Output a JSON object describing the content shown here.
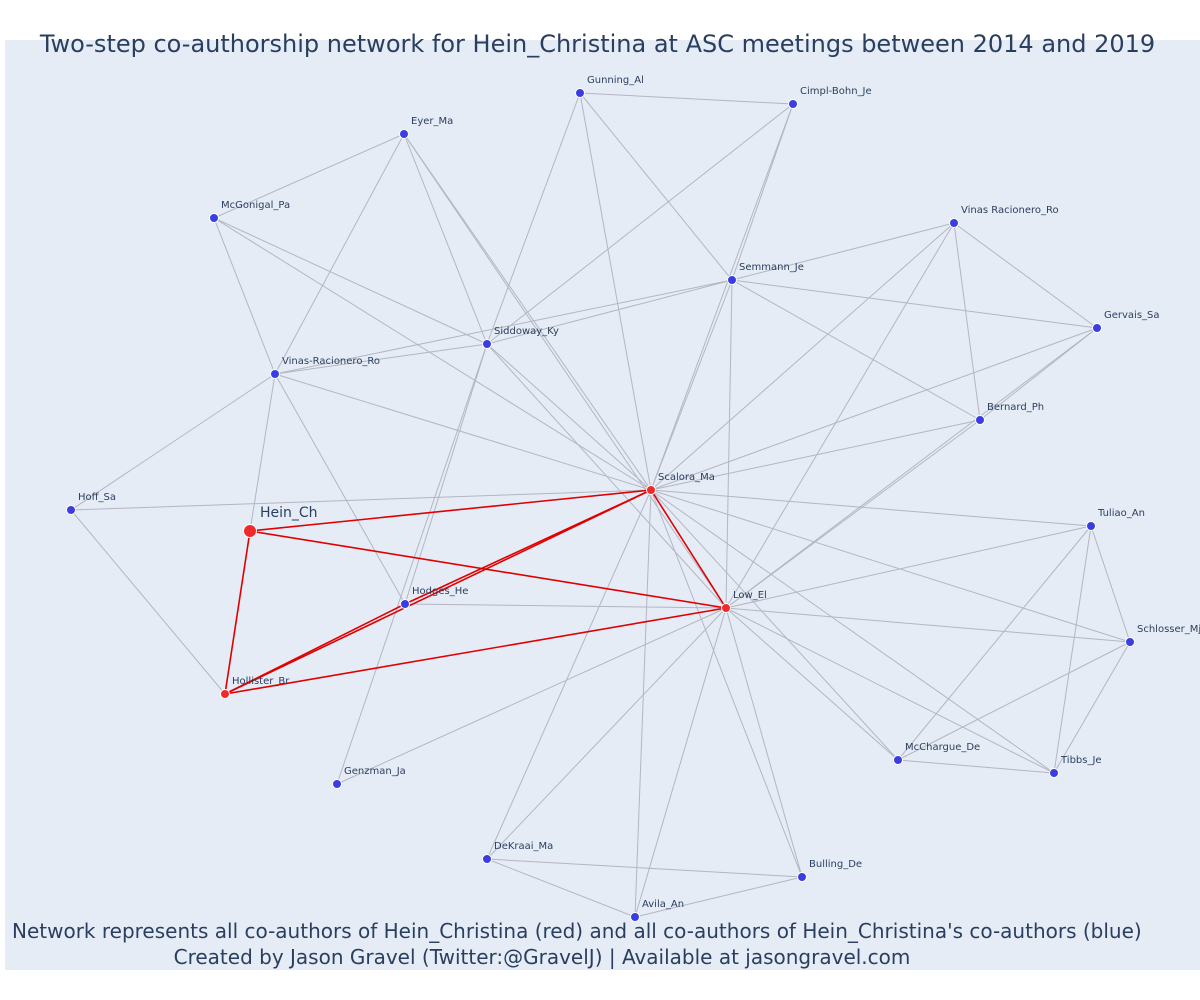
{
  "title": "Two-step co-authorship network for Hein_Christina at ASC meetings between 2014 and 2019",
  "caption": {
    "line1": "Network represents all co-authors of Hein_Christina (red) and all co-authors of Hein_Christina's co-authors (blue)",
    "line2": "Created by Jason Gravel (Twitter:@GravelJ) | Available at jasongravel.com"
  },
  "colors": {
    "background": "#e5ecf6",
    "text": "#2a3f5f",
    "focal": "#ef2a2a",
    "coauthor": "#3a3ee0",
    "edge_primary": "#e00000",
    "edge_secondary": "#b4b6c2"
  },
  "nodes": [
    {
      "id": "Hein_Ch",
      "label": "Hein_Ch",
      "group": "focal",
      "main": true
    },
    {
      "id": "Scalora_Ma",
      "label": "Scalora_Ma",
      "group": "focal"
    },
    {
      "id": "Low_El",
      "label": "Low_El",
      "group": "focal"
    },
    {
      "id": "Hollister_Br",
      "label": "Hollister_Br",
      "group": "focal"
    },
    {
      "id": "Hodges_He",
      "label": "Hodges_He",
      "group": "coauthor"
    },
    {
      "id": "Gunning_Al",
      "label": "Gunning_Al",
      "group": "coauthor"
    },
    {
      "id": "Cimpl-Bohn_Je",
      "label": "Cimpl-Bohn_Je",
      "group": "coauthor"
    },
    {
      "id": "Eyer_Ma",
      "label": "Eyer_Ma",
      "group": "coauthor"
    },
    {
      "id": "McGonigal_Pa",
      "label": "McGonigal_Pa",
      "group": "coauthor"
    },
    {
      "id": "Vinas Racionero_Ro",
      "label": "Vinas Racionero_Ro",
      "group": "coauthor"
    },
    {
      "id": "Semmann_Je",
      "label": "Semmann_Je",
      "group": "coauthor"
    },
    {
      "id": "Gervais_Sa",
      "label": "Gervais_Sa",
      "group": "coauthor"
    },
    {
      "id": "Siddoway_Ky",
      "label": "Siddoway_Ky",
      "group": "coauthor"
    },
    {
      "id": "Vinas-Racionero_Ro",
      "label": "Vinas-Racionero_Ro",
      "group": "coauthor"
    },
    {
      "id": "Bernard_Ph",
      "label": "Bernard_Ph",
      "group": "coauthor"
    },
    {
      "id": "Hoff_Sa",
      "label": "Hoff_Sa",
      "group": "coauthor"
    },
    {
      "id": "Tuliao_An",
      "label": "Tuliao_An",
      "group": "coauthor"
    },
    {
      "id": "Schlosser_Mj",
      "label": "Schlosser_Mj",
      "group": "coauthor"
    },
    {
      "id": "McChargue_De",
      "label": "McChargue_De",
      "group": "coauthor"
    },
    {
      "id": "Tibbs_Je",
      "label": "Tibbs_Je",
      "group": "coauthor"
    },
    {
      "id": "Genzman_Ja",
      "label": "Genzman_Ja",
      "group": "coauthor"
    },
    {
      "id": "DeKraai_Ma",
      "label": "DeKraai_Ma",
      "group": "coauthor"
    },
    {
      "id": "Bulling_De",
      "label": "Bulling_De",
      "group": "coauthor"
    },
    {
      "id": "Avila_An",
      "label": "Avila_An",
      "group": "coauthor"
    }
  ],
  "edges_primary": [
    [
      "Hein_Ch",
      "Scalora_Ma"
    ],
    [
      "Hein_Ch",
      "Low_El"
    ],
    [
      "Hein_Ch",
      "Hollister_Br"
    ],
    [
      "Scalora_Ma",
      "Low_El"
    ],
    [
      "Scalora_Ma",
      "Hollister_Br"
    ],
    [
      "Low_El",
      "Hollister_Br"
    ],
    [
      "Hodges_He",
      "Scalora_Ma"
    ],
    [
      "Hodges_He",
      "Hollister_Br"
    ]
  ],
  "edges_secondary": [
    [
      "Gunning_Al",
      "Cimpl-Bohn_Je"
    ],
    [
      "Gunning_Al",
      "Siddoway_Ky"
    ],
    [
      "Gunning_Al",
      "Semmann_Je"
    ],
    [
      "Gunning_Al",
      "Scalora_Ma"
    ],
    [
      "Cimpl-Bohn_Je",
      "Siddoway_Ky"
    ],
    [
      "Cimpl-Bohn_Je",
      "Semmann_Je"
    ],
    [
      "Cimpl-Bohn_Je",
      "Scalora_Ma"
    ],
    [
      "Eyer_Ma",
      "McGonigal_Pa"
    ],
    [
      "Eyer_Ma",
      "Vinas-Racionero_Ro"
    ],
    [
      "Eyer_Ma",
      "Siddoway_Ky"
    ],
    [
      "Eyer_Ma",
      "Scalora_Ma"
    ],
    [
      "Eyer_Ma",
      "Low_El"
    ],
    [
      "McGonigal_Pa",
      "Vinas-Racionero_Ro"
    ],
    [
      "McGonigal_Pa",
      "Siddoway_Ky"
    ],
    [
      "McGonigal_Pa",
      "Scalora_Ma"
    ],
    [
      "Vinas Racionero_Ro",
      "Semmann_Je"
    ],
    [
      "Vinas Racionero_Ro",
      "Gervais_Sa"
    ],
    [
      "Vinas Racionero_Ro",
      "Bernard_Ph"
    ],
    [
      "Vinas Racionero_Ro",
      "Scalora_Ma"
    ],
    [
      "Vinas Racionero_Ro",
      "Low_El"
    ],
    [
      "Semmann_Je",
      "Siddoway_Ky"
    ],
    [
      "Semmann_Je",
      "Vinas-Racionero_Ro"
    ],
    [
      "Semmann_Je",
      "Gervais_Sa"
    ],
    [
      "Semmann_Je",
      "Bernard_Ph"
    ],
    [
      "Semmann_Je",
      "Scalora_Ma"
    ],
    [
      "Semmann_Je",
      "Low_El"
    ],
    [
      "Gervais_Sa",
      "Bernard_Ph"
    ],
    [
      "Gervais_Sa",
      "Scalora_Ma"
    ],
    [
      "Gervais_Sa",
      "Low_El"
    ],
    [
      "Siddoway_Ky",
      "Vinas-Racionero_Ro"
    ],
    [
      "Siddoway_Ky",
      "Scalora_Ma"
    ],
    [
      "Siddoway_Ky",
      "Hodges_He"
    ],
    [
      "Siddoway_Ky",
      "Genzman_Ja"
    ],
    [
      "Siddoway_Ky",
      "Low_El"
    ],
    [
      "Vinas-Racionero_Ro",
      "Hoff_Sa"
    ],
    [
      "Vinas-Racionero_Ro",
      "Hein_Ch"
    ],
    [
      "Vinas-Racionero_Ro",
      "Hodges_He"
    ],
    [
      "Vinas-Racionero_Ro",
      "Scalora_Ma"
    ],
    [
      "Bernard_Ph",
      "Scalora_Ma"
    ],
    [
      "Bernard_Ph",
      "Low_El"
    ],
    [
      "Hoff_Sa",
      "Scalora_Ma"
    ],
    [
      "Hoff_Sa",
      "Hollister_Br"
    ],
    [
      "Hodges_He",
      "Low_El"
    ],
    [
      "Scalora_Ma",
      "Tuliao_An"
    ],
    [
      "Scalora_Ma",
      "Schlosser_Mj"
    ],
    [
      "Scalora_Ma",
      "McChargue_De"
    ],
    [
      "Scalora_Ma",
      "Tibbs_Je"
    ],
    [
      "Scalora_Ma",
      "DeKraai_Ma"
    ],
    [
      "Scalora_Ma",
      "Bulling_De"
    ],
    [
      "Scalora_Ma",
      "Avila_An"
    ],
    [
      "Low_El",
      "Tuliao_An"
    ],
    [
      "Low_El",
      "Schlosser_Mj"
    ],
    [
      "Low_El",
      "McChargue_De"
    ],
    [
      "Low_El",
      "Tibbs_Je"
    ],
    [
      "Low_El",
      "Genzman_Ja"
    ],
    [
      "Low_El",
      "DeKraai_Ma"
    ],
    [
      "Low_El",
      "Bulling_De"
    ],
    [
      "Low_El",
      "Avila_An"
    ],
    [
      "Tuliao_An",
      "Schlosser_Mj"
    ],
    [
      "Tuliao_An",
      "McChargue_De"
    ],
    [
      "Tuliao_An",
      "Tibbs_Je"
    ],
    [
      "Schlosser_Mj",
      "McChargue_De"
    ],
    [
      "Schlosser_Mj",
      "Tibbs_Je"
    ],
    [
      "McChargue_De",
      "Tibbs_Je"
    ],
    [
      "DeKraai_Ma",
      "Bulling_De"
    ],
    [
      "DeKraai_Ma",
      "Avila_An"
    ],
    [
      "Bulling_De",
      "Avila_An"
    ]
  ]
}
